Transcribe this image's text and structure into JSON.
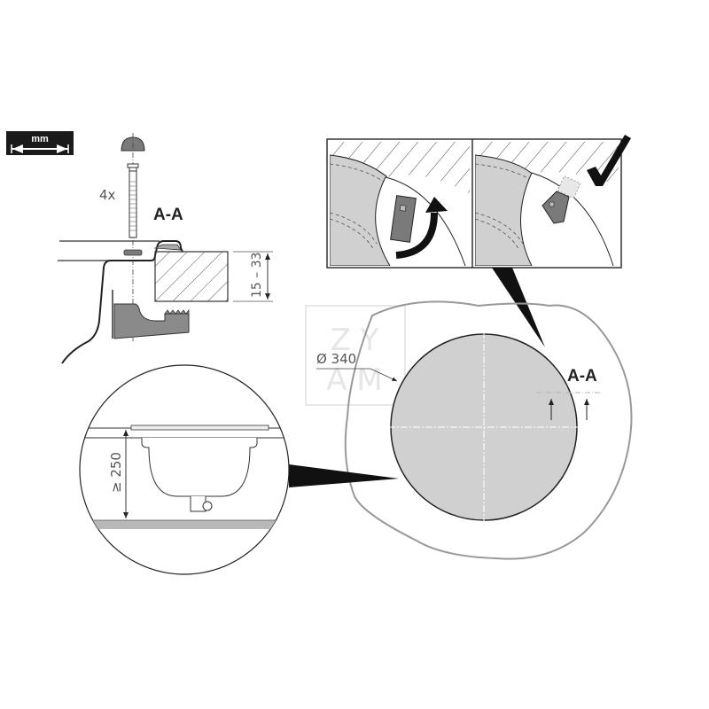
{
  "diagram": {
    "title": "Sink installation diagram",
    "units_badge": {
      "label": "mm",
      "icon": "double-arrow-icon"
    },
    "section_view": {
      "screw_count_label": "4x",
      "section_label": "A-A",
      "thickness_dimension": "15 – 33"
    },
    "clamp_insets": [
      {
        "name": "rotate-clamp",
        "icon": "curved-arrow-icon"
      },
      {
        "name": "clamp-locked",
        "icon": "checkmark-icon"
      }
    ],
    "cutout_view": {
      "diameter_label": "Ø 340",
      "section_label": "A-A"
    },
    "clearance_view": {
      "min_depth_label": "≥ 250"
    },
    "watermark": {
      "line1": "Z Y",
      "line2": "A M"
    },
    "colors": {
      "line": "#222222",
      "fill_gray": "#d0d0d0",
      "dark_gray": "#7a7a7a",
      "outline_gray": "#9a9a9a",
      "badge_bg": "#1a1a1a"
    }
  }
}
